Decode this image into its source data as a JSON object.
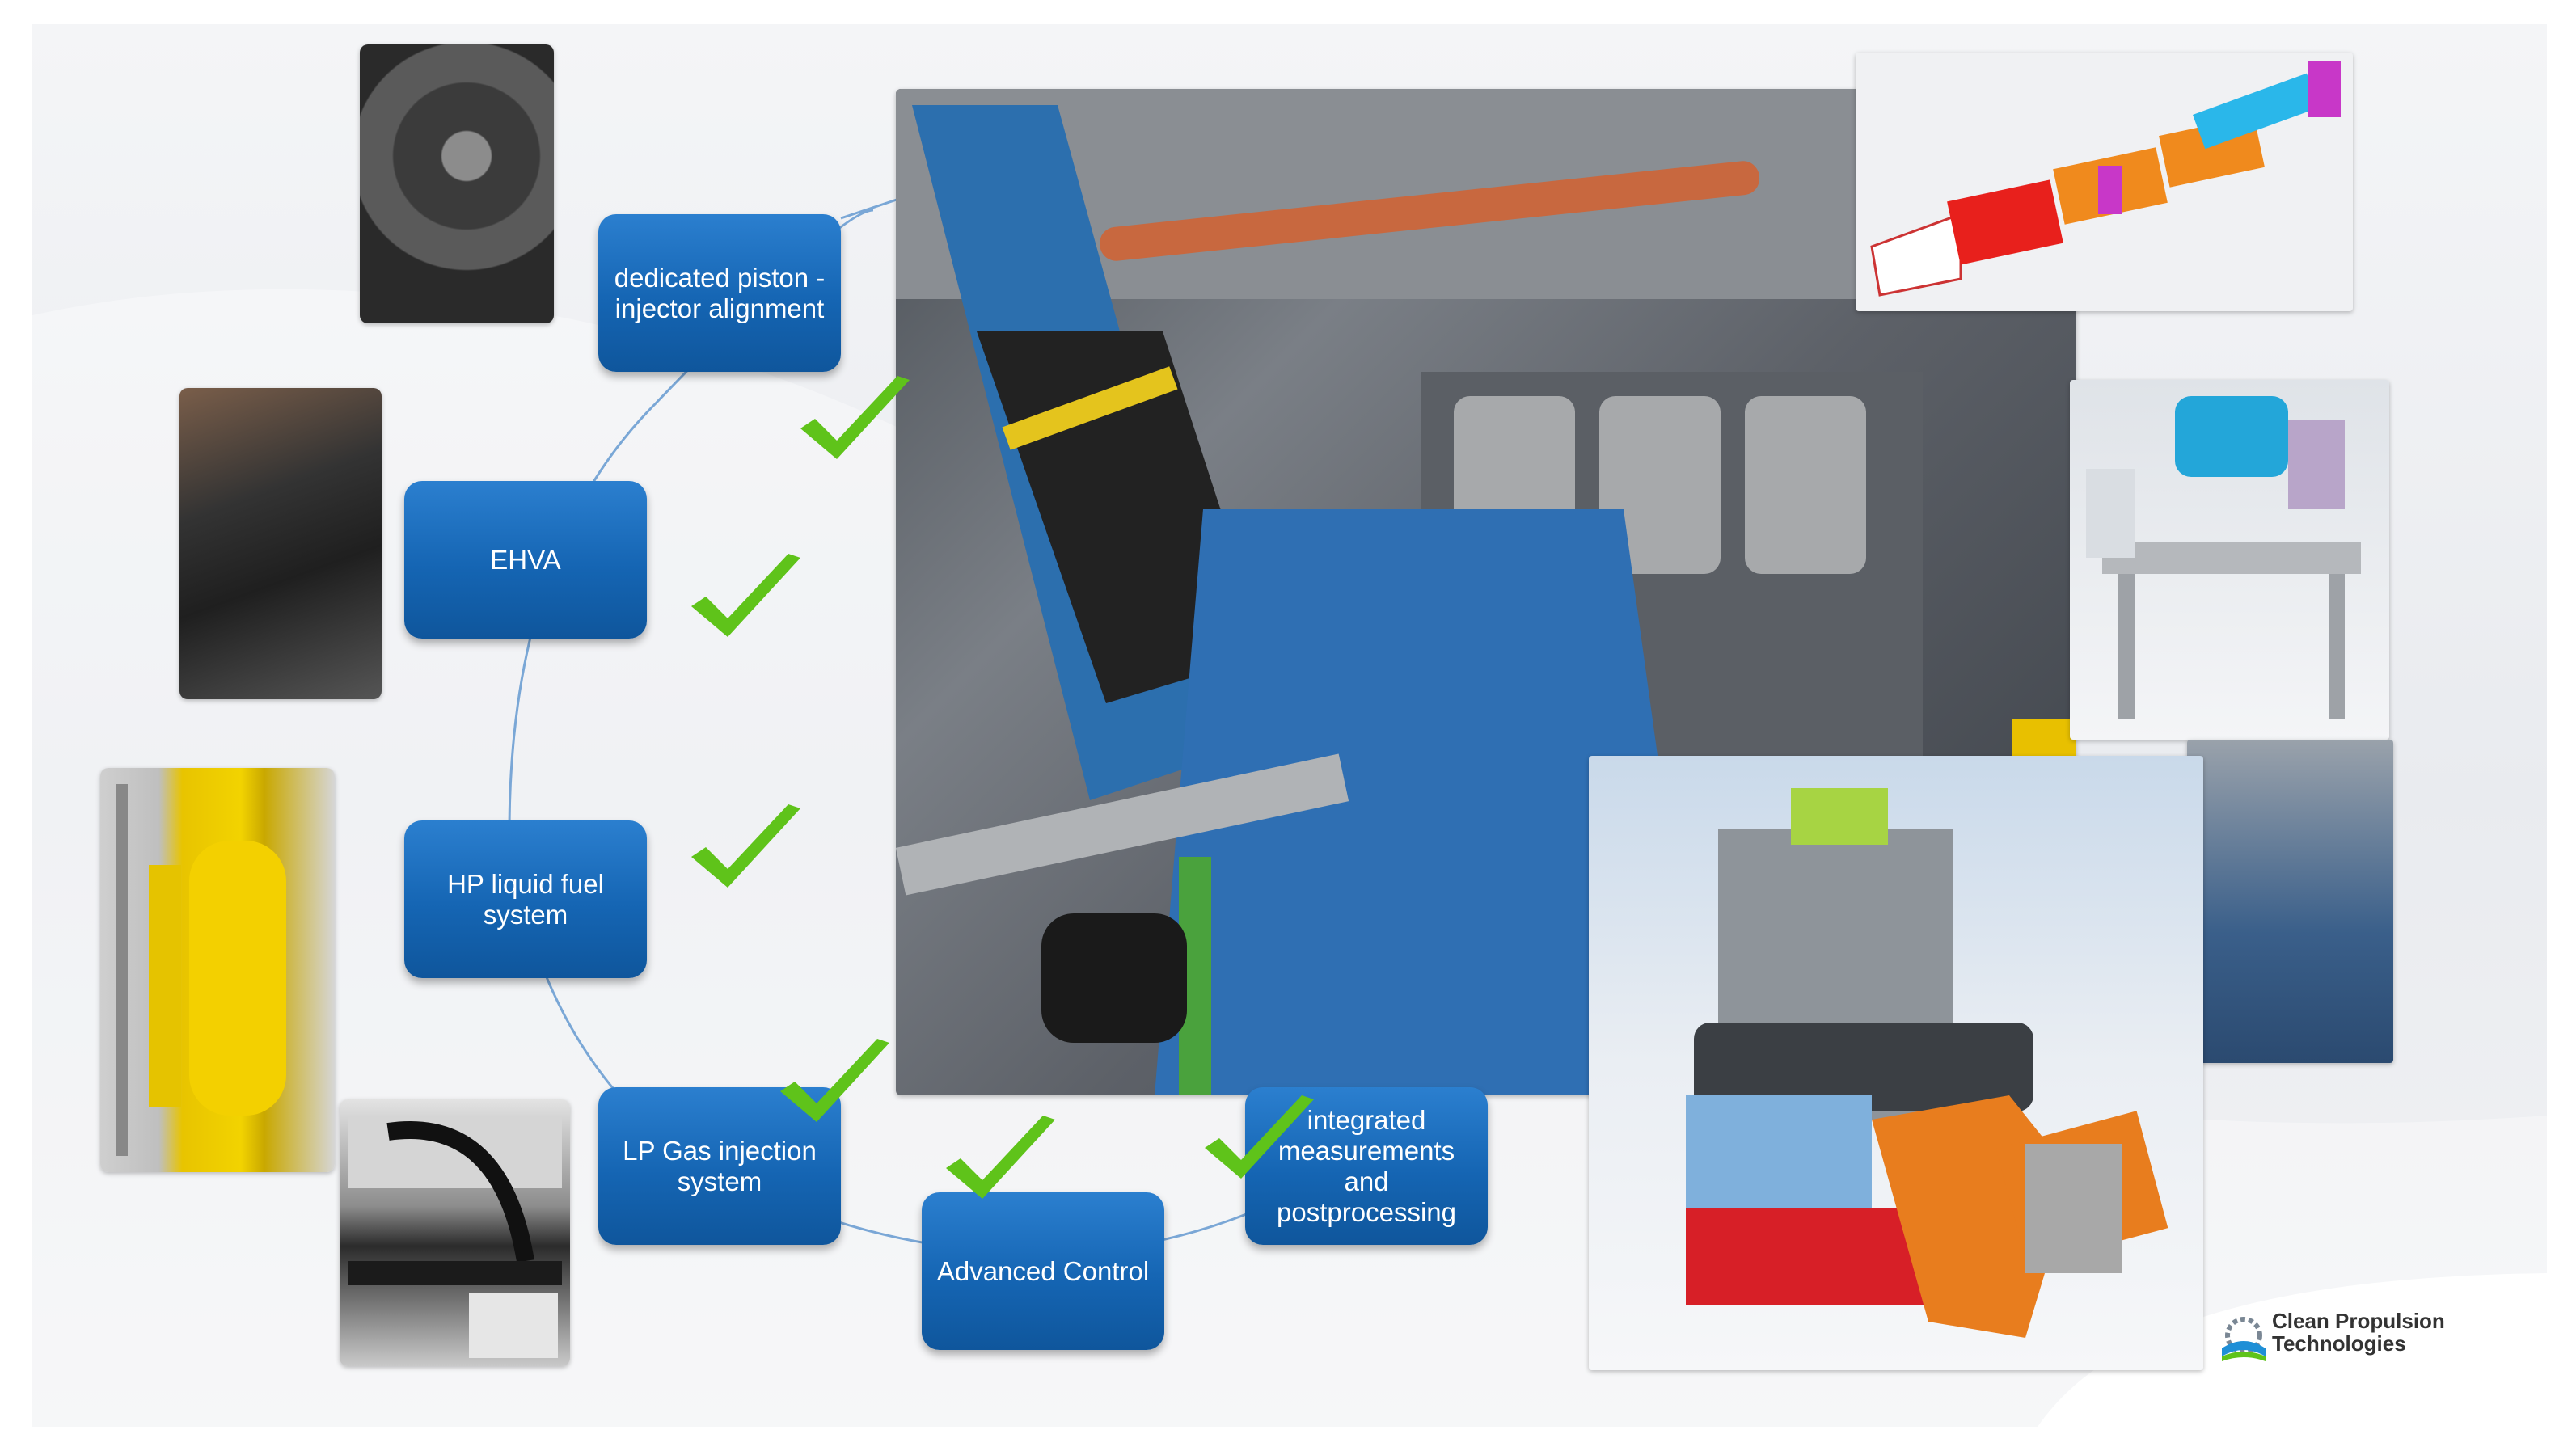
{
  "boxes": {
    "piston": "dedicated piston - injector alignment",
    "ehva": "EHVA",
    "hp": "HP liquid  fuel system",
    "lp": "LP Gas injection system",
    "advanced": "Advanced Control",
    "integrated": "integrated measurements and postprocessing"
  },
  "logo": {
    "line1": "Clean Propulsion",
    "line2": "Technologies"
  },
  "colors": {
    "box_blue": "#1565b3",
    "check_green": "#5fc31a",
    "link_blue": "#7aa7d6"
  }
}
